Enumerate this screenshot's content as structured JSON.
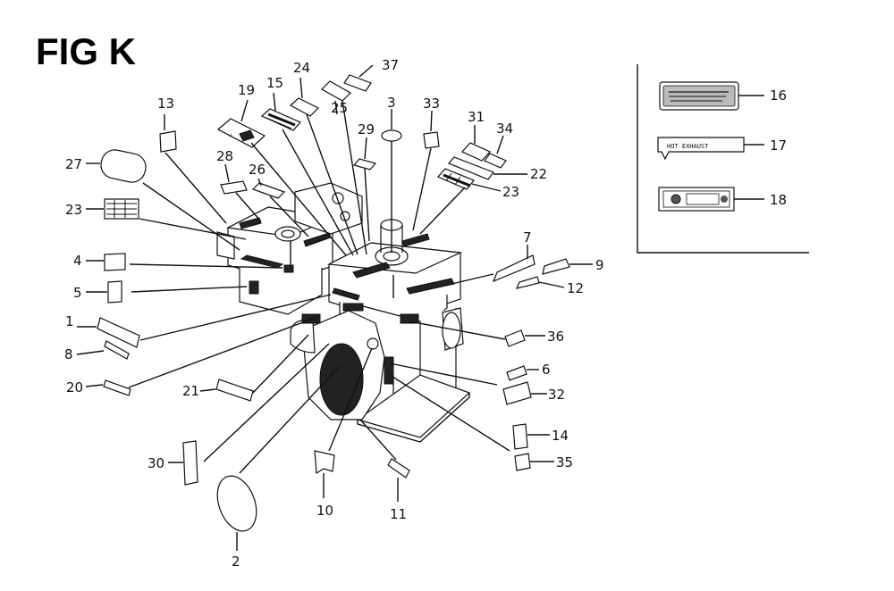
{
  "figure_title": "FIG K",
  "callouts": [
    "1",
    "2",
    "3",
    "4",
    "5",
    "6",
    "7",
    "8",
    "9",
    "10",
    "11",
    "12",
    "13",
    "14",
    "15",
    "16",
    "17",
    "18",
    "19",
    "20",
    "21",
    "22",
    "23",
    "24",
    "25",
    "26",
    "27",
    "28",
    "29",
    "30",
    "31",
    "32",
    "33",
    "34",
    "35",
    "36",
    "37"
  ],
  "inset_labels": {
    "exhaust_text": "HOT EXHAUST"
  }
}
